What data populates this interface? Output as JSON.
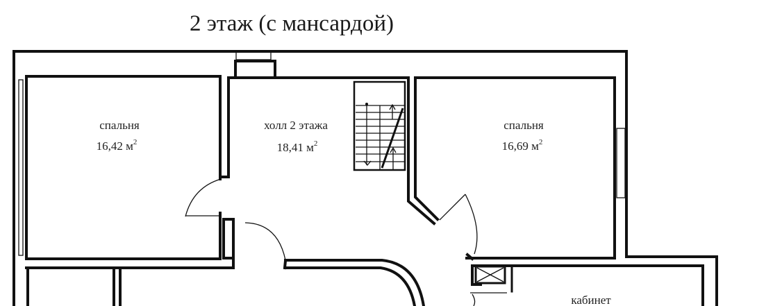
{
  "title": "2 этаж (с мансардой)",
  "rooms": [
    {
      "name": "спальня",
      "area": "16,42 м",
      "unit_sup": "2"
    },
    {
      "name": "холл 2 этажа",
      "area": "18,41 м",
      "unit_sup": "2"
    },
    {
      "name": "спальня",
      "area": "16,69 м",
      "unit_sup": "2"
    },
    {
      "name": "кабинет"
    }
  ]
}
